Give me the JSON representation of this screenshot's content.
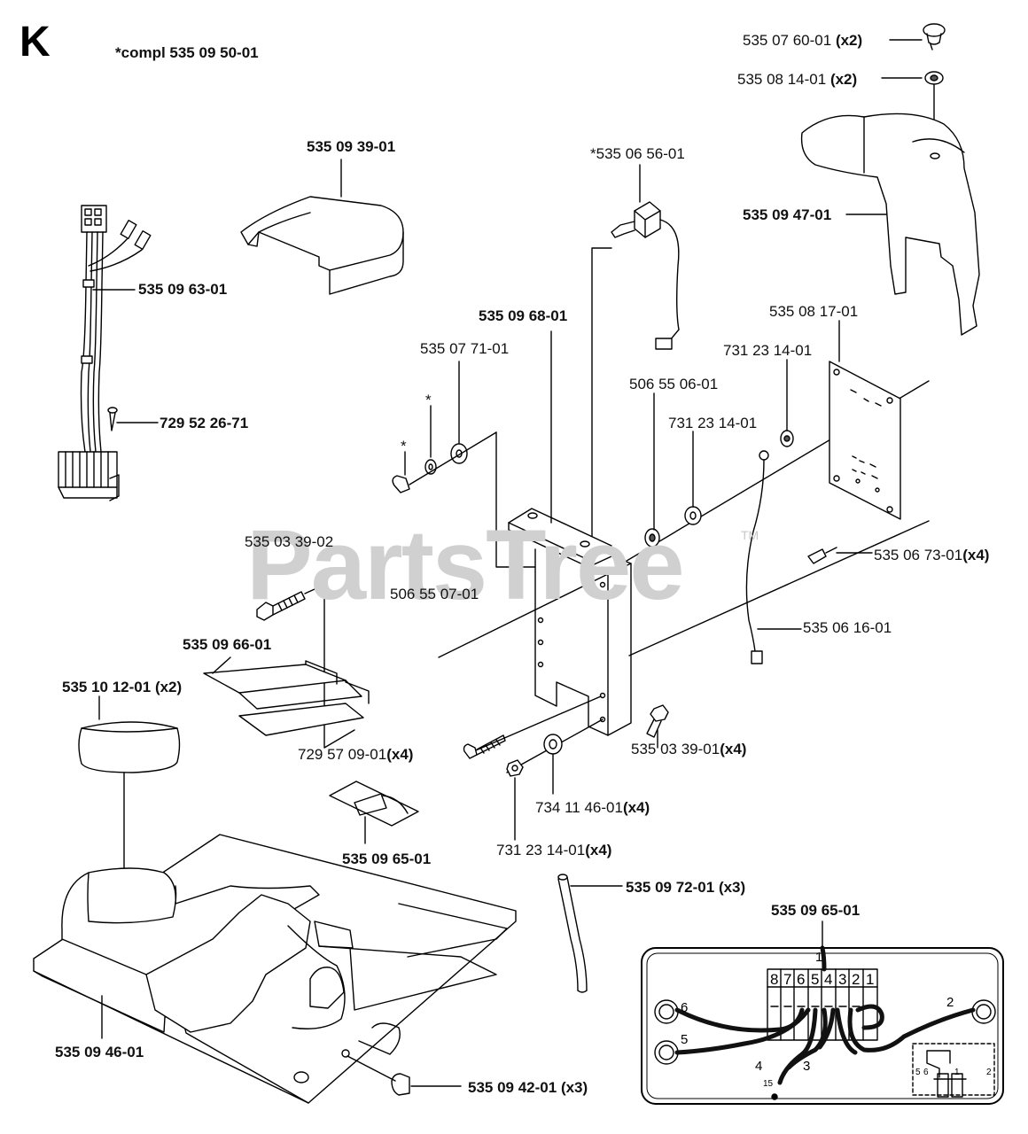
{
  "section_letter": "K",
  "kit_note": "*compl 535 09 50-01",
  "watermark": "PartsTree",
  "trademark": "TM",
  "parts": [
    {
      "key": "p1",
      "number": "535 07 60-01",
      "qty": "(x2)"
    },
    {
      "key": "p2",
      "number": "535 08 14-01",
      "qty": "(x2)"
    },
    {
      "key": "p3",
      "number": "535 09 39-01",
      "qty": ""
    },
    {
      "key": "p4",
      "number": "*535 06 56-01",
      "qty": ""
    },
    {
      "key": "p5",
      "number": "535 09 47-01",
      "qty": ""
    },
    {
      "key": "p6",
      "number": "535 09 63-01",
      "qty": ""
    },
    {
      "key": "p7",
      "number": "535 09 68-01",
      "qty": ""
    },
    {
      "key": "p8",
      "number": "535 08 17-01",
      "qty": ""
    },
    {
      "key": "p9",
      "number": "535 07 71-01",
      "qty": ""
    },
    {
      "key": "p10",
      "number": "731 23 14-01",
      "qty": ""
    },
    {
      "key": "p11",
      "number": "506 55 06-01",
      "qty": ""
    },
    {
      "key": "p12",
      "number": "731 23 14-01",
      "qty": ""
    },
    {
      "key": "p13",
      "number": "729 52 26-71",
      "qty": ""
    },
    {
      "key": "p14",
      "number": "535 03 39-02",
      "qty": ""
    },
    {
      "key": "p15",
      "number": "535 06 73-01",
      "qty": "(x4)"
    },
    {
      "key": "p16",
      "number": "506 55 07-01",
      "qty": ""
    },
    {
      "key": "p17",
      "number": "535 06 16-01",
      "qty": ""
    },
    {
      "key": "p18",
      "number": "535 09 66-01",
      "qty": ""
    },
    {
      "key": "p19",
      "number": "535 10 12-01",
      "qty": "(x2)"
    },
    {
      "key": "p20",
      "number": "729 57 09-01",
      "qty": "(x4)"
    },
    {
      "key": "p21",
      "number": "535 03 39-01",
      "qty": "(x4)"
    },
    {
      "key": "p22",
      "number": "734 11 46-01",
      "qty": "(x4)"
    },
    {
      "key": "p23",
      "number": "535 09 65-01",
      "qty": ""
    },
    {
      "key": "p24",
      "number": "731 23 14-01",
      "qty": "(x4)"
    },
    {
      "key": "p25",
      "number": "535 09 72-01",
      "qty": "(x3)"
    },
    {
      "key": "p26",
      "number": "535 09 65-01",
      "qty": ""
    },
    {
      "key": "p27",
      "number": "535 09 46-01",
      "qty": ""
    },
    {
      "key": "p28",
      "number": "535 09 42-01",
      "qty": "(x3)"
    }
  ],
  "asterisks": [
    "*",
    "*"
  ],
  "terminal_pins": [
    "8",
    "7",
    "6",
    "5",
    "4",
    "3",
    "2",
    "1"
  ],
  "wire_numbers": [
    "1",
    "2",
    "6",
    "5",
    "4",
    "3",
    "15"
  ],
  "detail_pins": [
    "5",
    "6",
    "1",
    "2"
  ]
}
